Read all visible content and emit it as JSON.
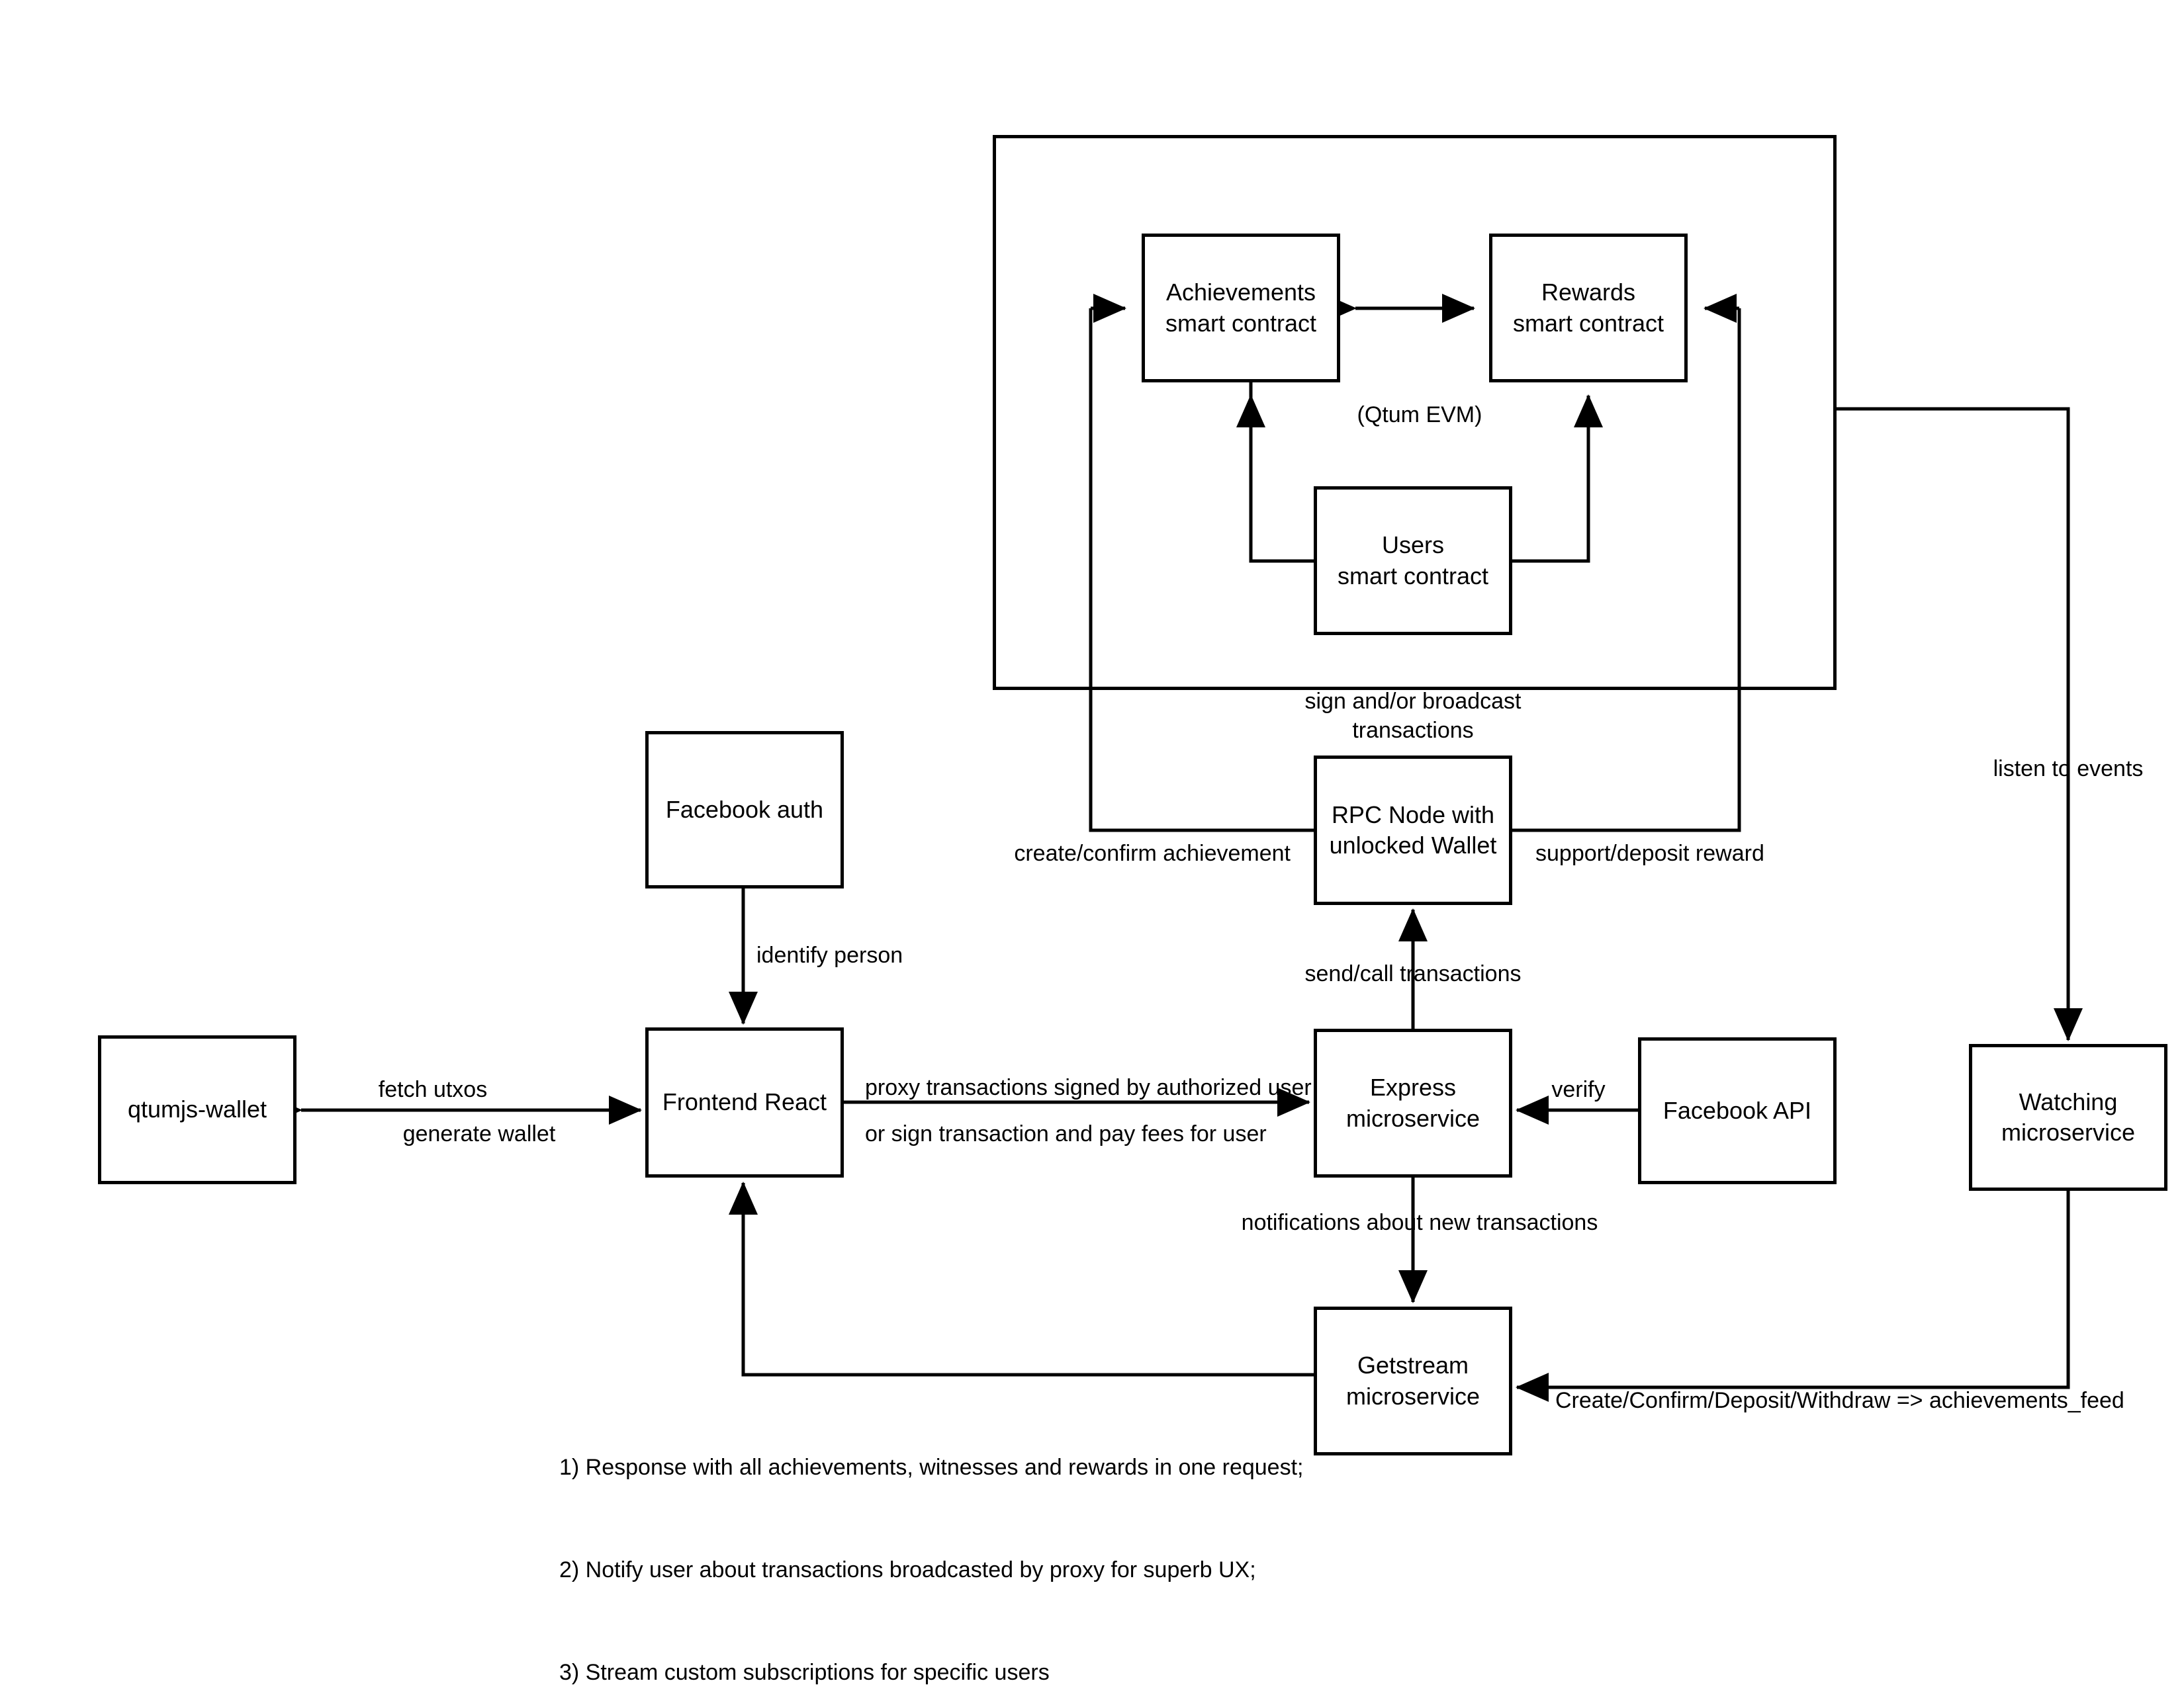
{
  "diagram": {
    "title_note": "(Qtum EVM)",
    "nodes": {
      "achievements_contract": "Achievements\nsmart contract",
      "rewards_contract": "Rewards\nsmart contract",
      "users_contract": "Users\nsmart contract",
      "rpc_node": "RPC Node with\nunlocked Wallet",
      "facebook_auth": "Facebook auth",
      "qtumjs_wallet": "qtumjs-wallet",
      "frontend_react": "Frontend React",
      "express_microservice": "Express\nmicroservice",
      "facebook_api": "Facebook API",
      "watching_microservice": "Watching\nmicroservice",
      "getstream_microservice": "Getstream\nmicroservice"
    },
    "edge_labels": {
      "sign_broadcast": "sign and/or broadcast\ntransactions",
      "create_confirm_achievement": "create/confirm achievement",
      "support_deposit_reward": "support/deposit reward",
      "listen_to_events": "listen to events",
      "identify_person": "identify person",
      "fetch_utxos": "fetch utxos",
      "generate_wallet": "generate wallet",
      "proxy_transactions": "proxy transactions signed by authorized user",
      "sign_pay_fees": "or sign transaction and pay fees for user",
      "send_call_transactions": "send/call transactions",
      "verify": "verify",
      "notifications_new_transactions": "notifications about new transactions",
      "achievements_feed": "Create/Confirm/Deposit/Withdraw => achievements_feed"
    },
    "notes_list": [
      "1) Response with all achievements, witnesses and rewards in one request;",
      "2) Notify user about transactions broadcasted by proxy for superb UX;",
      "3) Stream custom subscriptions for specific users"
    ]
  }
}
